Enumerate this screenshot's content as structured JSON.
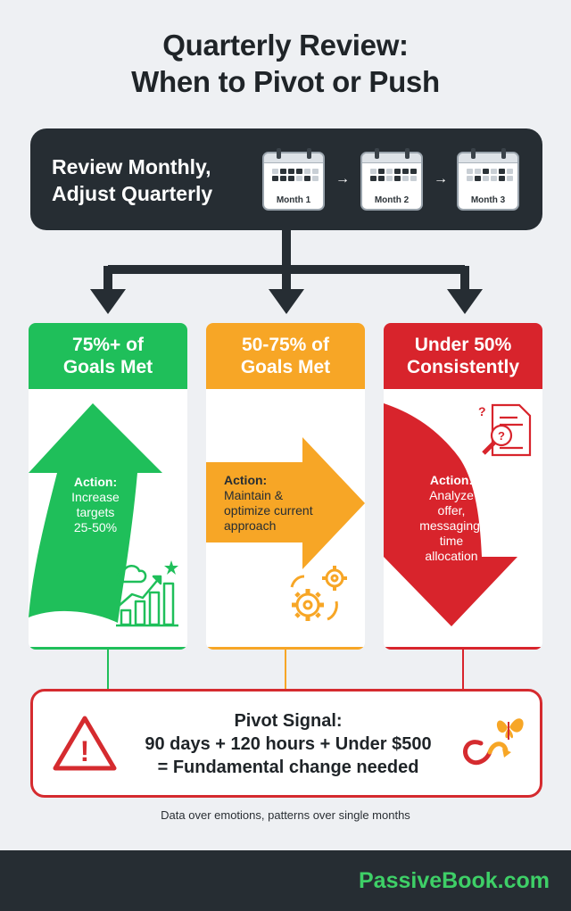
{
  "title": {
    "line1": "Quarterly Review:",
    "line2": "When to Pivot or Push"
  },
  "review": {
    "line1": "Review Monthly,",
    "line2": "Adjust Quarterly",
    "months": [
      "Month 1",
      "Month 2",
      "Month 3"
    ],
    "arrow": "→"
  },
  "outcomes": [
    {
      "head_line1": "75%+ of",
      "head_line2": "Goals Met",
      "action_label": "Action:",
      "action_lines": [
        "Increase",
        "targets",
        "25-50%"
      ],
      "color": "#1fbf5a"
    },
    {
      "head_line1": "50-75% of",
      "head_line2": "Goals Met",
      "action_label": "Action:",
      "action_lines": [
        "Maintain &",
        "optimize current",
        "approach"
      ],
      "color": "#f7a626"
    },
    {
      "head_line1": "Under 50%",
      "head_line2": "Consistently",
      "action_label": "Action:",
      "action_lines": [
        "Analyze",
        "offer,",
        "messaging,",
        "time",
        "allocation"
      ],
      "color": "#d8242c"
    }
  ],
  "pivot": {
    "line1": "Pivot Signal:",
    "line2": "90 days + 120 hours + Under $500",
    "line3": "= Fundamental change needed",
    "warning_glyph": "!",
    "color": "#d52b2f"
  },
  "footnote": "Data over emotions, patterns over single months",
  "brand": "PassiveBook.com",
  "icons": [
    "calendar-icon",
    "growth-chart-icon",
    "gears-icon",
    "document-search-icon",
    "warning-icon",
    "butterfly-icon"
  ]
}
